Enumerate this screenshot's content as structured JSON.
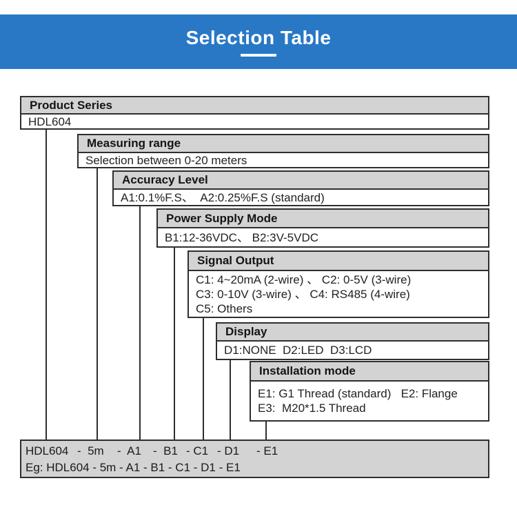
{
  "banner": {
    "title": "Selection Table"
  },
  "colors": {
    "banner_bg": "#2878C6",
    "header_bg": "#D3D3D3",
    "summary_bg": "#D3D3D3",
    "border": "#2E2E2E"
  },
  "groups": [
    {
      "title": "Product Series",
      "options": [
        "HDL604"
      ]
    },
    {
      "title": "Measuring range",
      "options": [
        "Selection between 0-20 meters"
      ]
    },
    {
      "title": "Accuracy Level",
      "options": [
        "A1:0.1%F.S、  A2:0.25%F.S (standard)"
      ]
    },
    {
      "title": "Power Supply Mode",
      "options": [
        "B1:12-36VDC、 B2:3V-5VDC"
      ]
    },
    {
      "title": "Signal Output",
      "options": [
        "C1: 4~20mA (2-wire) 、 C2: 0-5V (3-wire)",
        "C3: 0-10V (3-wire) 、 C4: RS485 (4-wire)",
        "C5: Others"
      ]
    },
    {
      "title": "Display",
      "options": [
        "D1:NONE  D2:LED  D3:LCD"
      ]
    },
    {
      "title": "Installation mode",
      "options": [
        "E1: G1 Thread (standard)   E2: Flange",
        "E3:  M20*1.5 Thread"
      ]
    }
  ],
  "summary": {
    "code_parts": [
      "HDL604",
      "-  5m",
      "-  A1",
      "-  B1",
      "- C1",
      "- D1",
      "- E1"
    ],
    "example": "Eg: HDL604 - 5m - A1 - B1 - C1 - D1 - E1"
  }
}
